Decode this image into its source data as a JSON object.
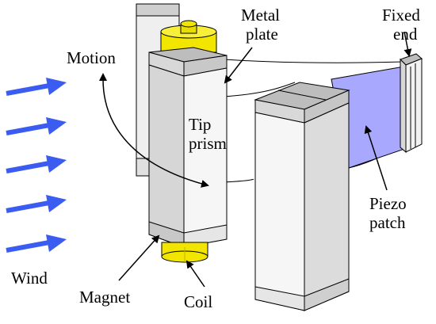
{
  "labels": {
    "metal_plate_line1": "Metal",
    "metal_plate_line2": "plate",
    "fixed_end_line1": "Fixed",
    "fixed_end_line2": "end",
    "motion": "Motion",
    "tip_prism_line1": "Tip",
    "tip_prism_line2": "prism",
    "piezo_patch_line1": "Piezo",
    "piezo_patch_line2": "patch",
    "wind": "Wind",
    "magnet": "Magnet",
    "coil": "Coil"
  },
  "colors": {
    "wind_arrow": "#3a5cf0",
    "coil": "#f2e600",
    "piezo": "#a8a8ff",
    "prism_front": "#f4f4f4",
    "prism_side": "#d8d8d8",
    "prism_top": "#bdbdbd",
    "outline": "#000000"
  },
  "wind_arrow_count": 5
}
